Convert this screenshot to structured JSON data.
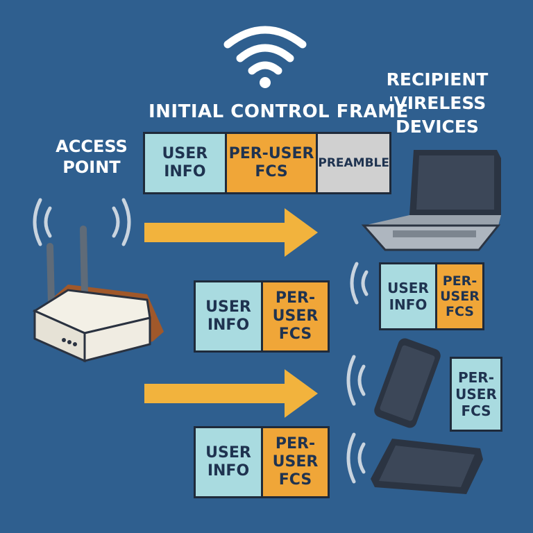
{
  "header_title": "INITIAL CONTROL FRAME",
  "access_point_label": "ACCESS\nPOINT",
  "recipients_label": "RECIPIENT\n'VIRELESS\nDEVICES",
  "top_frame": {
    "user_info": "USER\nINFO",
    "per_user_fcs": "PER-USER\nFCS",
    "preamble": "PREAMBLE"
  },
  "frame_mid": {
    "user_info": "USER\nINFO",
    "per_user_fcs": "PER-\nUSER\nFCS"
  },
  "frame_bottom": {
    "user_info": "USER\nINFO",
    "per_user_fcs": "PER-\nUSER\nFCS"
  },
  "laptop_frame": {
    "user_info": "USER\nINFO",
    "per_user_fcs": "PER-\nUSER\nFCS"
  },
  "phone_frame": {
    "per_user_fcs": "PER-\nUSER\nFCS"
  },
  "colors": {
    "background": "#2f5f8f",
    "user_info": "#a9dbe0",
    "per_user_fcs": "#f0a638",
    "preamble": "#d0d0d0",
    "arrow": "#f2b33d"
  },
  "icons": [
    "wifi-icon",
    "router-icon",
    "laptop-icon",
    "phone-icon",
    "tablet-icon",
    "signal-waves-icon",
    "arrow-right-icon"
  ]
}
